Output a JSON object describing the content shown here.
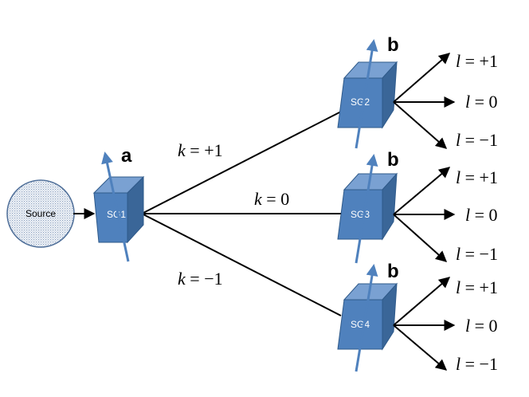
{
  "source": {
    "label": "Source"
  },
  "magnets": [
    {
      "id": "sg1",
      "label": "SG1",
      "axis_label": "a"
    },
    {
      "id": "sg2",
      "label": "SG2",
      "axis_label": "b"
    },
    {
      "id": "sg3",
      "label": "SG3",
      "axis_label": "b"
    },
    {
      "id": "sg4",
      "label": "SG4",
      "axis_label": "b"
    }
  ],
  "k_beams": [
    {
      "variable": "k",
      "value": "+1"
    },
    {
      "variable": "k",
      "value": "0"
    },
    {
      "variable": "k",
      "value": "−1"
    }
  ],
  "l_outputs": [
    {
      "variable": "l",
      "value": "+1"
    },
    {
      "variable": "l",
      "value": "0"
    },
    {
      "variable": "l",
      "value": "−1"
    }
  ],
  "colors": {
    "box_front": "#4f81bd",
    "box_top": "#7aa1d2",
    "box_side": "#3a6698",
    "box_stroke": "#2f5a8a",
    "axis_arrow": "#4f81bd",
    "beam": "#000000"
  }
}
